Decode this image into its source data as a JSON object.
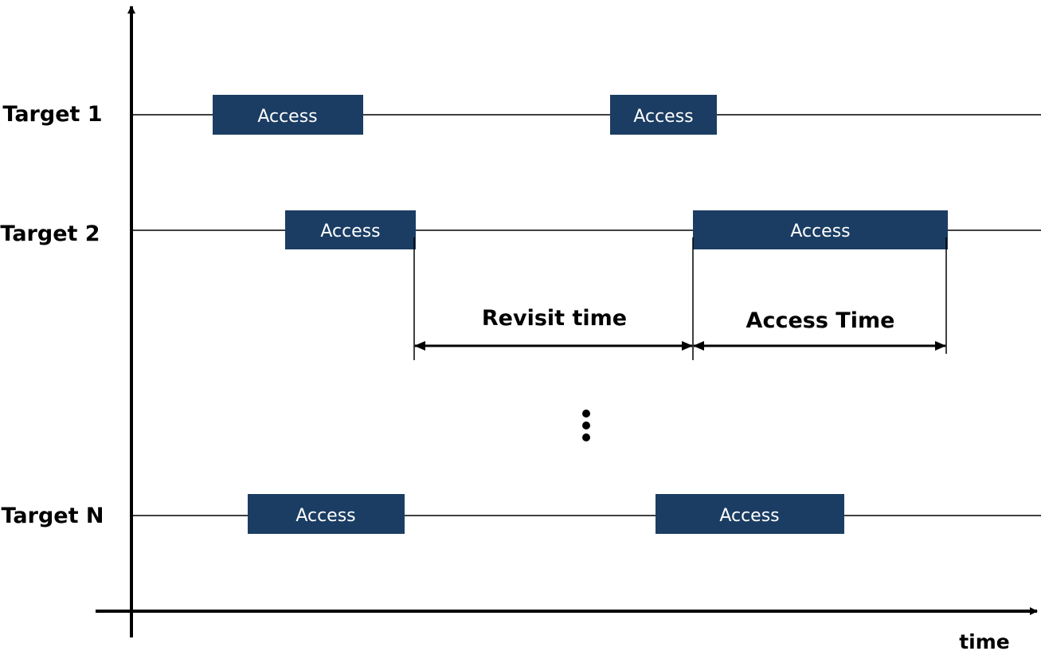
{
  "colors": {
    "access_block": "#1b3d63",
    "line": "#000000",
    "background": "#ffffff"
  },
  "rows": [
    {
      "label": "Target 1",
      "blocks": [
        "Access",
        "Access"
      ]
    },
    {
      "label": "Target 2",
      "blocks": [
        "Access",
        "Access"
      ]
    },
    {
      "label": "Target N",
      "blocks": [
        "Access",
        "Access"
      ]
    }
  ],
  "ellipsis": "⋮",
  "dimensions": {
    "revisit": "Revisit time",
    "access": "Access Time"
  },
  "axis": {
    "x_label": "time"
  }
}
